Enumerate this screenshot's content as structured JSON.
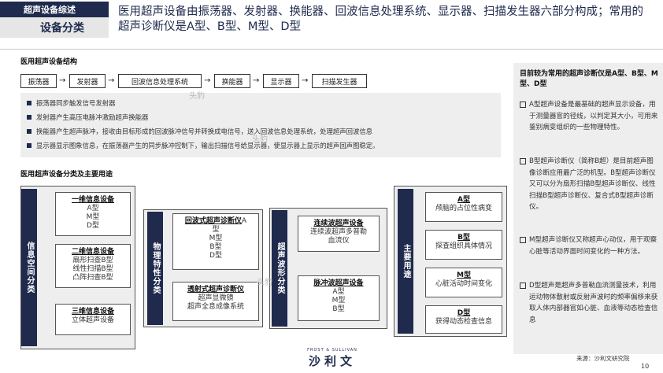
{
  "header": {
    "tag_top": "超声设备综述",
    "tag_bottom": "设备分类",
    "headline": "医用超声设备由振荡器、发射器、换能器、回波信息处理系统、显示器、扫描发生器六部分构成；常用的超声诊断仪是A型、B型、M型、D型"
  },
  "structure": {
    "title": "医用超声设备结构",
    "flow": [
      "振荡器",
      "发射器",
      "回波信息处理系统",
      "换能器",
      "显示器",
      "扫描发生器"
    ],
    "arrow_glyph": "→",
    "bullets": [
      "振荡器同步触发信号发射器",
      "发射器产生高压电脉冲激励超声换能器",
      "换能器产生超声脉冲，接收由目标形成的回波脉冲信号并转换成电信号，送入回波信息处理系统，处理超声回波信息",
      "显示器显示图象信息，在振荡器产生的同步脉冲控制下，输出扫描信号给显示器，使显示器上显示的超声回声图稳定。"
    ]
  },
  "classification": {
    "title": "医用超声设备分类及主要用途",
    "info_space": {
      "label": "信息空间分类",
      "cards": [
        {
          "title": "一维信息设备",
          "lines": [
            "A型",
            "M型",
            "D型"
          ]
        },
        {
          "title": "二维信息设备",
          "lines": [
            "扇形扫查B型",
            "线性扫描B型",
            "凸阵扫查B型"
          ]
        },
        {
          "title": "三维信息设备",
          "lines": [
            "立体超声设备"
          ]
        }
      ]
    },
    "physical": {
      "label": "物理特性分类",
      "cards": [
        {
          "title": "回波式超声诊断仪",
          "title_tail": "A",
          "lines": [
            "型",
            "M型",
            "B型",
            "D型"
          ]
        },
        {
          "title": "透射式超声诊断仪",
          "lines": [
            "超声显微镜",
            "超声全息成像系统"
          ]
        }
      ]
    },
    "waveform": {
      "label": "超声波形分类",
      "cards": [
        {
          "title": "连续波超声设备",
          "lines": [
            "连续波超声多普勒",
            "血流仪"
          ]
        },
        {
          "title": "脉冲波超声设备",
          "lines": [
            "A型",
            "M型",
            "B型"
          ]
        }
      ]
    },
    "uses": {
      "label": "主要用途",
      "cards": [
        {
          "title": "A型",
          "lines": [
            "颅脑的占位性病变"
          ]
        },
        {
          "title": "B型",
          "lines": [
            "探查组织具体情况"
          ]
        },
        {
          "title": "M型",
          "lines": [
            "心脏活动时间变化"
          ]
        },
        {
          "title": "D型",
          "lines": [
            "获得动态检查信息"
          ]
        }
      ]
    }
  },
  "sidebar": {
    "title": "目前较为常用的超声诊断仪是A型、B型、M型、D型",
    "items": [
      "A型超声设备是最基础的超声显示设备，用于测量器官的径线，以判定其大小，可用来鉴别病变组织的一些物理特性。",
      "B型超声诊断仪（简称B超）是目前超声图像诊断应用最广泛的机型。B型超声诊断仪又可以分为扇形扫描B型超声诊断仪、线性扫描B型超声诊断仪、复合式B型超声诊断仪。",
      "M型超声诊断仪又称超声心动仪，用于观察心脏等活动界面时间变化的一种方法。",
      "D型超声是超声多普勒血流测量技术，利用运动物体散射或反射声波时的频率偏移来获取人体内部器官如心脏、血液等动态检查信息"
    ]
  },
  "footer": {
    "source": "来源：沙利文研究院",
    "page": "10",
    "logo_small": "FROST & SULLIVAN",
    "logo_main": "沙利文",
    "watermark": "头豹"
  }
}
